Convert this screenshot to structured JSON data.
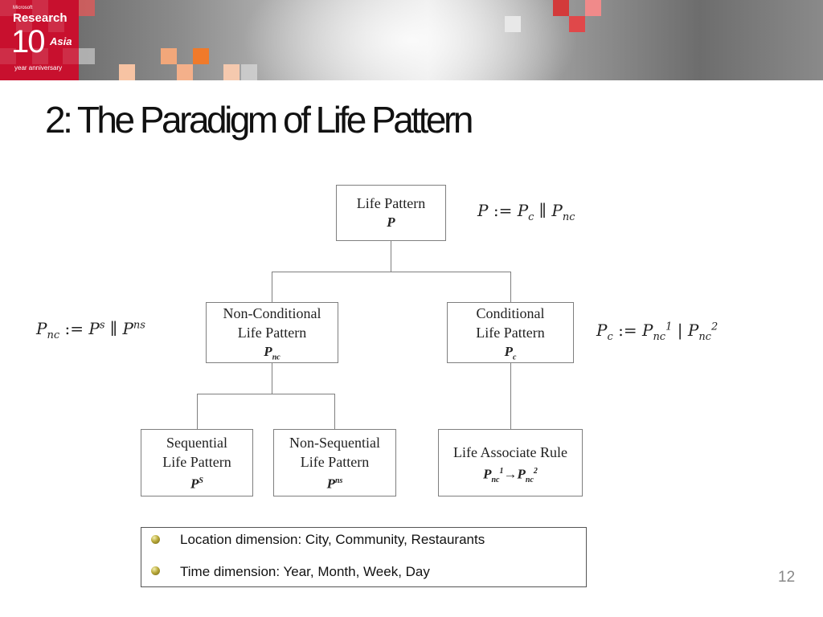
{
  "header": {
    "logo_small": "Microsoft",
    "logo_research": "Research",
    "logo_ten": "10",
    "logo_asia": "Asia",
    "logo_anniversary": "year anniversary",
    "accent_color": "#c8102e"
  },
  "slide": {
    "title": "2: The Paradigm of Life Pattern",
    "page_number": "12"
  },
  "diagram": {
    "root": {
      "line1": "Life Pattern",
      "symbol": "P"
    },
    "nonconditional": {
      "line1": "Non-Conditional",
      "line2": "Life Pattern",
      "symbol": "P",
      "symbol_sub": "nc"
    },
    "conditional": {
      "line1": "Conditional",
      "line2": "Life Pattern",
      "symbol": "P",
      "symbol_sub": "c"
    },
    "sequential": {
      "line1": "Sequential",
      "line2": "Life Pattern",
      "symbol": "P",
      "symbol_sup": "S"
    },
    "nonsequential": {
      "line1": "Non-Sequential",
      "line2": "Life Pattern",
      "symbol": "P",
      "symbol_sup": "ns"
    },
    "associate": {
      "line1": "Life Associate Rule",
      "left_symbol": "P",
      "left_sub": "nc",
      "left_sup": "1",
      "arrow": "→",
      "right_symbol": "P",
      "right_sub": "nc",
      "right_sup": "2"
    }
  },
  "formulas": {
    "root": {
      "lhs": "P",
      "op": ":=",
      "a": "P",
      "a_sub": "c",
      "sep": "∥",
      "b": "P",
      "b_sub": "nc"
    },
    "nonconditional": {
      "lhs": "P",
      "lhs_sub": "nc",
      "op": ":=",
      "a": "P",
      "a_sup": "s",
      "sep": "∥",
      "b": "P",
      "b_sup": "ns"
    },
    "conditional": {
      "lhs": "P",
      "lhs_sub": "c",
      "op": ":=",
      "a": "P",
      "a_sub": "nc",
      "a_sup": "1",
      "sep": "|",
      "b": "P",
      "b_sub": "nc",
      "b_sup": "2"
    }
  },
  "legend": {
    "items": [
      "Location dimension: City, Community, Restaurants",
      "Time dimension: Year, Month, Week, Day"
    ]
  }
}
